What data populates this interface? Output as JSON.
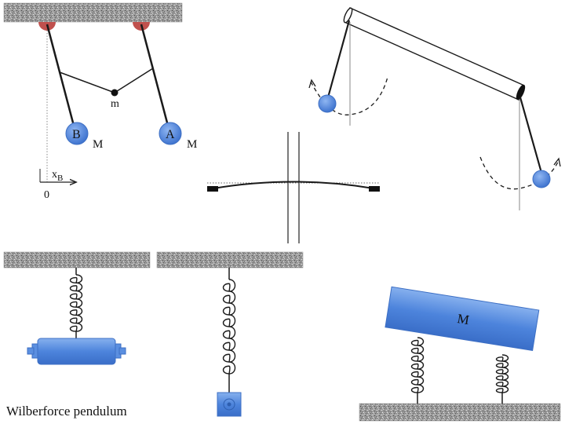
{
  "coupled_pendulum": {
    "mass_m_label": "m",
    "bob_b_label": "B",
    "bob_a_label": "A",
    "mass_big_label_b": "M",
    "mass_big_label_a": "M",
    "axis_var_label": "x",
    "axis_var_sub": "B",
    "origin_label": "0"
  },
  "spring_block": {
    "mass_label": "M"
  },
  "caption": {
    "text": "Wilberforce pendulum"
  },
  "colors": {
    "bob_fill": "#5b8fe0",
    "bob_stroke": "#3d6fc4",
    "pivot_red": "#c0504d",
    "ceiling_gray": "#b4b4b4",
    "line": "#1a1a1a"
  }
}
